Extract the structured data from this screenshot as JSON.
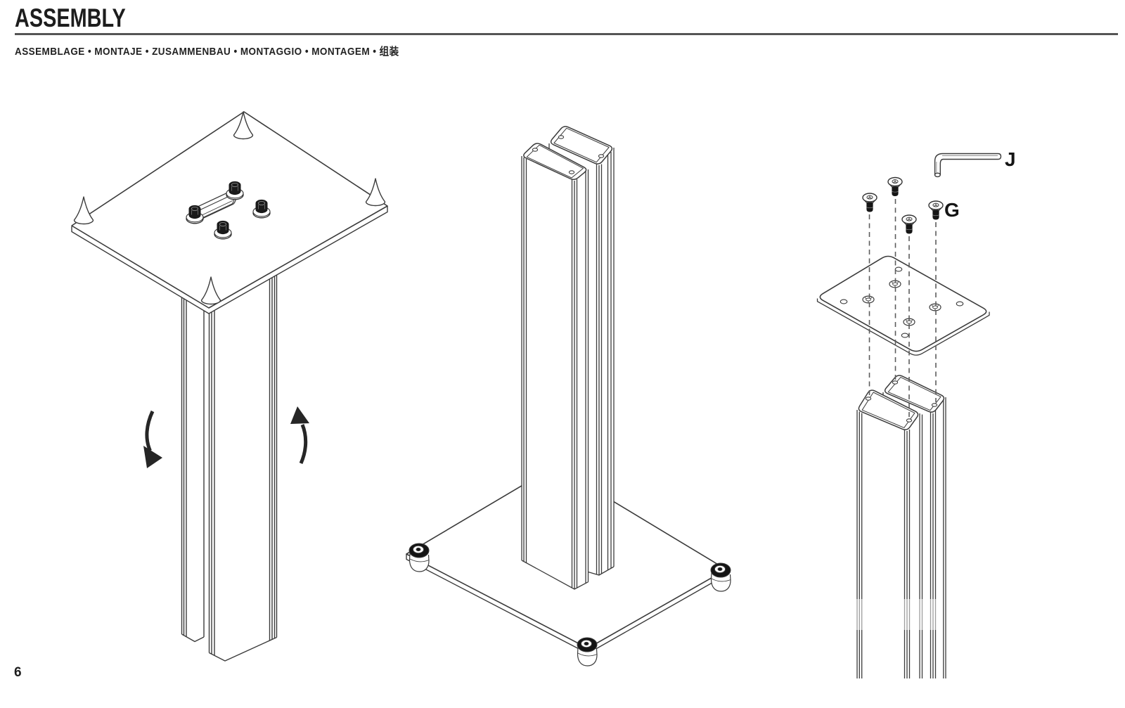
{
  "header": {
    "title": "ASSEMBLY",
    "subtitle": "ASSEMBLAGE • MONTAJE • ZUSAMMENBAU • MONTAGGIO • MONTAGEM • 组装",
    "subtitle_items": [
      "ASSEMBLAGE",
      "MONTAJE",
      "ZUSAMMENBAU",
      "MONTAGGIO",
      "MONTAGEM",
      "组装"
    ]
  },
  "labels": {
    "hex_key": "J",
    "screws": "G"
  },
  "footer": {
    "page_number": "6"
  },
  "colors": {
    "background": "#ffffff",
    "line": "#3b3b3b",
    "text": "#1d1d1d",
    "rule": "#555555",
    "black_fill": "#161616"
  }
}
